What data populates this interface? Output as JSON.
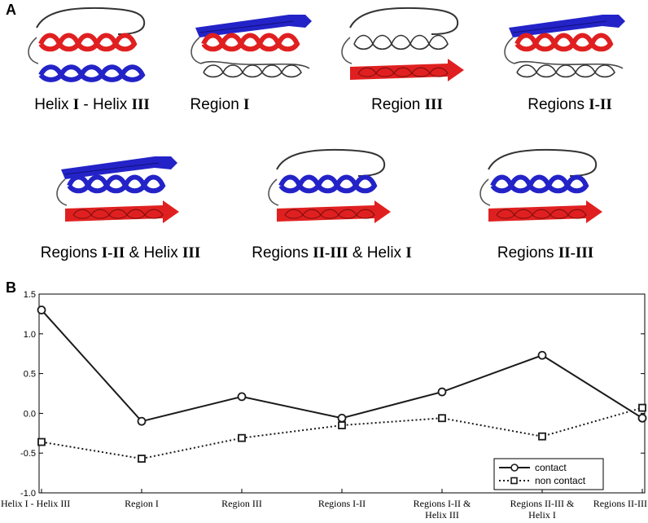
{
  "panel_a": {
    "letter": "A",
    "structures": [
      {
        "label_plain": "Helix ",
        "label_bold": "I",
        "label_mid": " - Helix ",
        "label_bold2": "III",
        "colors": {
          "top": "#1a1a1a",
          "mid": "#e02020",
          "bottom": "#2323c8"
        }
      },
      {
        "label_plain": "Region ",
        "label_bold": "I",
        "label_mid": "",
        "label_bold2": "",
        "colors": {
          "top": "#2323c8",
          "mid": "#e02020",
          "bottom": "#1a1a1a"
        }
      },
      {
        "label_plain": "Region ",
        "label_bold": "III",
        "label_mid": "",
        "label_bold2": "",
        "colors": {
          "top": "#1a1a1a",
          "mid": "#1a1a1a",
          "bottom": "#e02020"
        }
      },
      {
        "label_plain": "Regions ",
        "label_bold": "I-II",
        "label_mid": "",
        "label_bold2": "",
        "colors": {
          "top": "#2323c8",
          "mid": "#e02020",
          "bottom": "#1a1a1a"
        }
      },
      {
        "label_plain": "Regions ",
        "label_bold": "I-II",
        "label_mid": " & Helix ",
        "label_bold2": "III",
        "colors": {
          "top": "#2323c8",
          "mid": "#2323c8",
          "bottom": "#e02020"
        }
      },
      {
        "label_plain": "Regions ",
        "label_bold": "II-III",
        "label_mid": " & Helix ",
        "label_bold2": "I",
        "colors": {
          "top": "#1a1a1a",
          "mid": "#2323c8",
          "bottom": "#e02020"
        }
      },
      {
        "label_plain": "Regions ",
        "label_bold": "II-III",
        "label_mid": "",
        "label_bold2": "",
        "colors": {
          "top": "#1a1a1a",
          "mid": "#2323c8",
          "bottom": "#e02020"
        }
      }
    ]
  },
  "panel_b": {
    "letter": "B"
  },
  "chart_data": {
    "type": "line",
    "categories": [
      [
        "Helix I - Helix III"
      ],
      [
        "Region I"
      ],
      [
        "Region III"
      ],
      [
        "Regions I-II"
      ],
      [
        "Regions I-II &",
        "Helix III"
      ],
      [
        "Regions II-III &",
        "Helix I"
      ],
      [
        "Regions II-III"
      ]
    ],
    "series": [
      {
        "name": "contact",
        "values": [
          1.3,
          -0.1,
          0.21,
          -0.06,
          0.27,
          0.73,
          -0.06
        ],
        "color": "#1a1a1a",
        "marker": "circle",
        "dash": "solid"
      },
      {
        "name": "non contact",
        "values": [
          -0.36,
          -0.57,
          -0.31,
          -0.15,
          -0.06,
          -0.29,
          0.07
        ],
        "color": "#1a1a1a",
        "marker": "square",
        "dash": "dotted"
      }
    ],
    "ylim": [
      -1.0,
      1.5
    ],
    "yticks": [
      "-1.0",
      "-0.5",
      "0.0",
      "0.5",
      "1.0",
      "1.5"
    ],
    "ytick_values": [
      -1.0,
      -0.5,
      0.0,
      0.5,
      1.0,
      1.5
    ],
    "legend_position": "bottom-right",
    "grid": false
  }
}
